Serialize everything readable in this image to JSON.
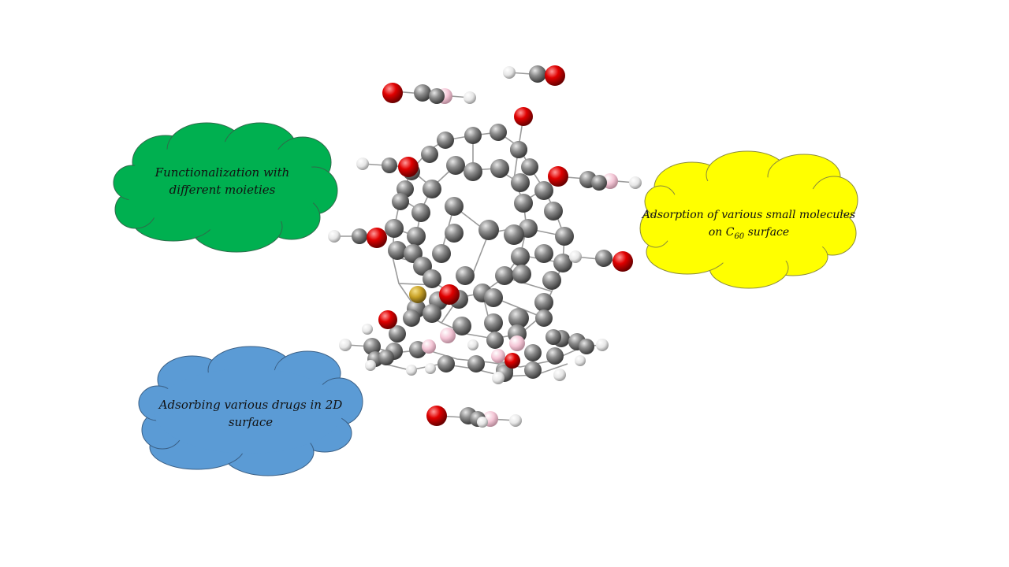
{
  "colors": {
    "background": "#ffffff",
    "cloud_green": "#00b050",
    "cloud_yellow": "#ffff00",
    "cloud_blue": "#5b9bd5",
    "atom_carbon": "#8c8c8c",
    "atom_oxygen": "#e00000",
    "atom_hydrogen": "#f2f2f2",
    "atom_boron": "#f4c6d6",
    "atom_metal": "#c9a227",
    "bond": "#9a9a9a"
  },
  "clouds": {
    "green": {
      "line1": "Functionalization with",
      "line2": "different moieties"
    },
    "yellow": {
      "line1": "Adsorption  of various small molecules",
      "line2_prefix": "on C",
      "line2_sub": "60",
      "line2_suffix": " surface"
    },
    "blue": {
      "line1": "Adsorbing  various drugs in 2D",
      "line2": "surface"
    }
  },
  "molecule": {
    "label": "C60 fullerene with adsorbed CO and B–H species",
    "atom_types": [
      "carbon",
      "oxygen",
      "hydrogen",
      "boron",
      "metal"
    ]
  }
}
